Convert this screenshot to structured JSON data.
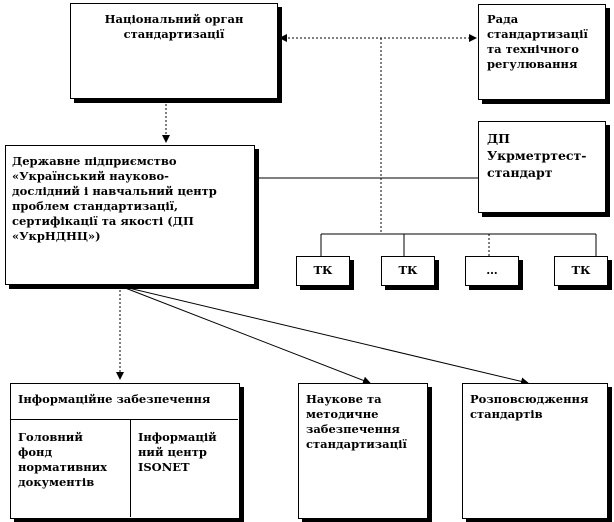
{
  "nodes": {
    "national_body": "Національний орган\nстандартизації",
    "council": "Рада\nстандартизації\nта технічного\nрегулювання",
    "dp_ukrmetr": "ДП\nУкрметртест-\nстандарт",
    "state_enterprise": "Державне підприємство\n«Український науково-\nдослідний і навчальний центр\nпроблем стандартизації,\nсертифікації та якості (ДП\n«УкрНДНЦ»)",
    "tk1": "ТК",
    "tk2": "ТК",
    "tk_ellipsis": "…",
    "tk3": "ТК",
    "info_support": "Інформаційне забезпечення",
    "main_fund": "Головний\nфонд\nнормативних\nдокументів",
    "info_center": "Інформацій\nний центр\nISONET",
    "scientific_support": "Наукове та\nметодичне\nзабезпечення\nстандартизації",
    "distribution": "Розповсюдження\nстандартів"
  }
}
